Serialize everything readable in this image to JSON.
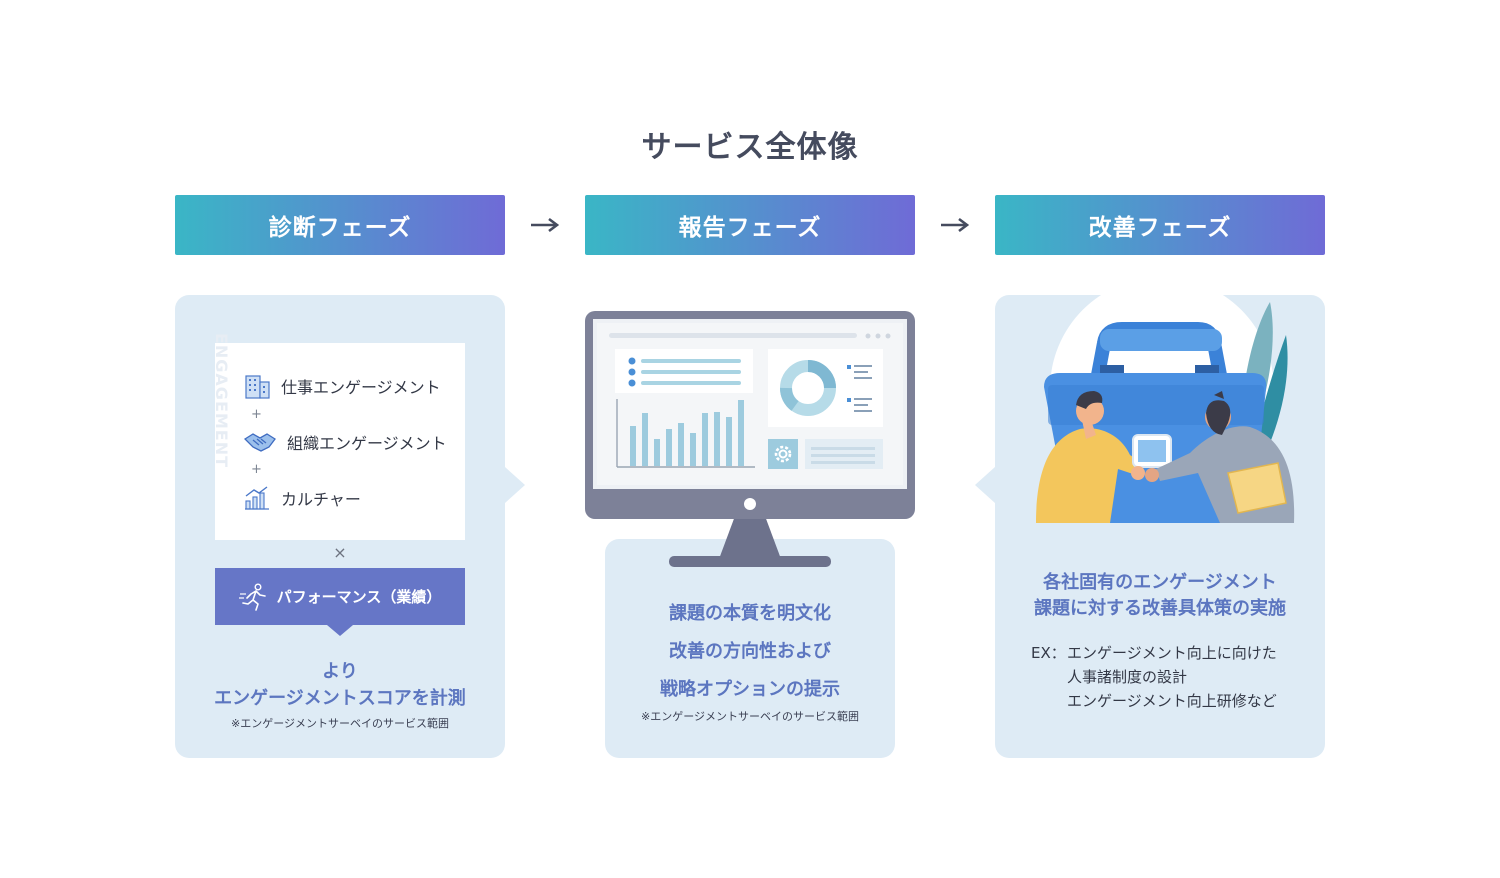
{
  "title": "サービス全体像",
  "phases": [
    {
      "label": "診断フェーズ"
    },
    {
      "label": "報告フェーズ"
    },
    {
      "label": "改善フェーズ"
    }
  ],
  "diagnosis": {
    "vertical_label": "ENGAGEMENT",
    "items": [
      "仕事エンゲージメント",
      "組織エンゲージメント",
      "カルチャー"
    ],
    "plus": "+",
    "times": "×",
    "performance": "パフォーマンス（業績）",
    "result_line1": "より",
    "result_line2": "エンゲージメントスコアを計測",
    "note": "※エンゲージメントサーベイのサービス範囲"
  },
  "report": {
    "lines": [
      "課題の本質を明文化",
      "改善の方向性および",
      "戦略オプションの提示"
    ],
    "note": "※エンゲージメントサーベイのサービス範囲"
  },
  "improve": {
    "headline1": "各社固有のエンゲージメント",
    "headline2": "課題に対する改善具体策の実施",
    "ex_prefix": "EX：",
    "ex_lines": [
      "エンゲージメント向上に向けた",
      "人事諸制度の設計",
      "エンゲージメント向上研修など"
    ]
  },
  "colors": {
    "gradient_start": "#3ab6c6",
    "gradient_end": "#6f6bd6",
    "panel": "#deebf5",
    "accent_text": "#5c76c0",
    "performance_bg": "#6676c7"
  }
}
